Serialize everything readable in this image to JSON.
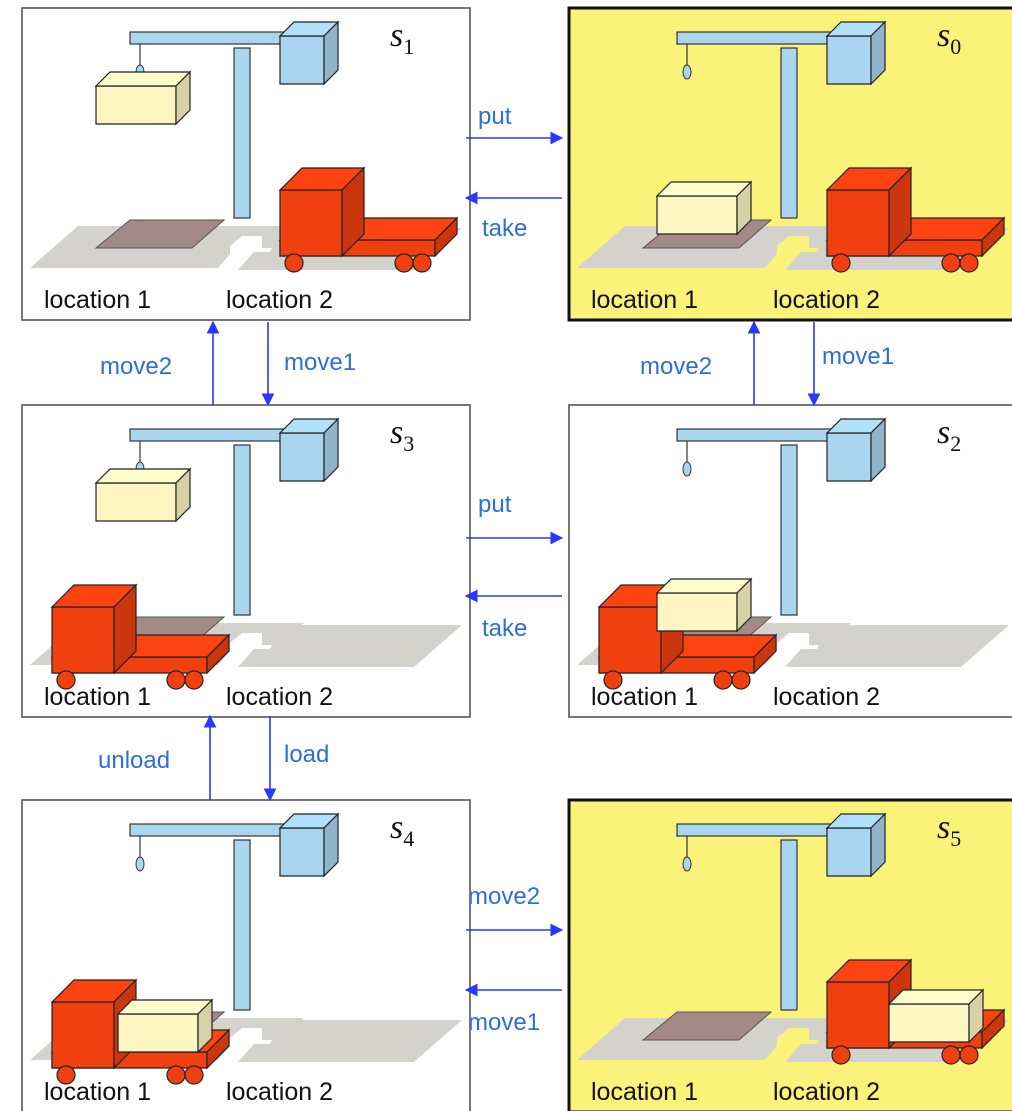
{
  "colors": {
    "highlight_fill": "#fbf27a",
    "plain_fill": "#ffffff",
    "arrow": "#2a37ff",
    "edge_label": "#2d6fd6",
    "crane": "#a9d5ef",
    "truck": "#f04010",
    "container": "#fdf6c2",
    "ground": "#d4d2cd",
    "pallet": "#a38a87"
  },
  "location_labels": [
    "location 1",
    "location 2"
  ],
  "states": [
    {
      "id": "s1",
      "letter": "s",
      "index": "1",
      "highlighted": false,
      "container": "crane",
      "truck": "location 2"
    },
    {
      "id": "s0",
      "letter": "s",
      "index": "0",
      "highlighted": true,
      "container": "location 1",
      "truck": "location 2"
    },
    {
      "id": "s3",
      "letter": "s",
      "index": "3",
      "highlighted": false,
      "container": "crane",
      "truck": "location 1"
    },
    {
      "id": "s2",
      "letter": "s",
      "index": "2",
      "highlighted": false,
      "container": "location 1",
      "truck": "location 1"
    },
    {
      "id": "s4",
      "letter": "s",
      "index": "4",
      "highlighted": false,
      "container": "truck",
      "truck": "location 1"
    },
    {
      "id": "s5",
      "letter": "s",
      "index": "5",
      "highlighted": true,
      "container": "truck",
      "truck": "location 2"
    }
  ],
  "transitions": [
    {
      "label": "put",
      "from": "s1",
      "to": "s0"
    },
    {
      "label": "take",
      "from": "s0",
      "to": "s1"
    },
    {
      "label": "move2",
      "from": "s3",
      "to": "s1"
    },
    {
      "label": "move1",
      "from": "s1",
      "to": "s3"
    },
    {
      "label": "move2",
      "from": "s2",
      "to": "s0"
    },
    {
      "label": "move1",
      "from": "s0",
      "to": "s2"
    },
    {
      "label": "put",
      "from": "s3",
      "to": "s2"
    },
    {
      "label": "take",
      "from": "s2",
      "to": "s3"
    },
    {
      "label": "unload",
      "from": "s4",
      "to": "s3"
    },
    {
      "label": "load",
      "from": "s3",
      "to": "s4"
    },
    {
      "label": "move2",
      "from": "s4",
      "to": "s5"
    },
    {
      "label": "move1",
      "from": "s5",
      "to": "s4"
    }
  ]
}
